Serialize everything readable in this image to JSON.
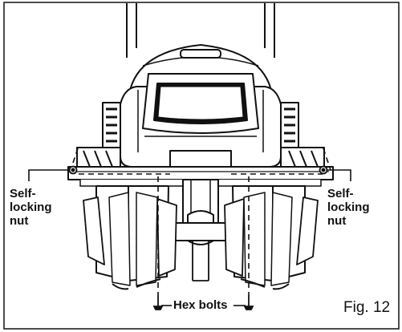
{
  "figure_label": "Fig. 12",
  "callouts": {
    "left_nut": [
      "Self-",
      "locking",
      "nut"
    ],
    "right_nut": [
      "Self-",
      "locking",
      "nut"
    ],
    "bolts": "Hex bolts"
  }
}
